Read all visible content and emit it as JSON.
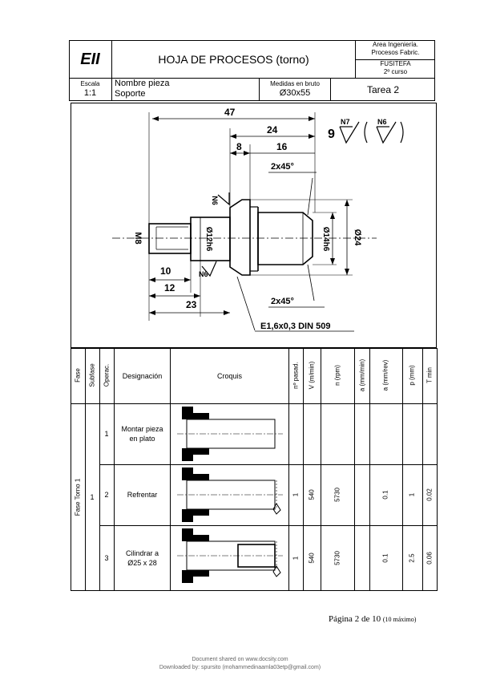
{
  "header": {
    "logo": "EII",
    "title": "HOJA DE PROCESOS (torno)",
    "dept_line1": "Area Ingeniería.",
    "dept_line2": "Procesos Fabric.",
    "school": "FUSITEFA",
    "course": "2º curso"
  },
  "info": {
    "escala_label": "Escala",
    "escala_value": "1:1",
    "nombre_label": "Nombre pieza",
    "nombre_value": "Soporte",
    "medidas_label": "Medidas en bruto",
    "medidas_value": "Ø30x55",
    "tarea": "Tarea 2"
  },
  "drawing": {
    "dim_47": "47",
    "dim_24": "24",
    "dim_8": "8",
    "dim_16": "16",
    "chamfer_top": "2x45°",
    "chamfer_bottom": "2x45°",
    "finish_main": "9",
    "finish_n7": "N7",
    "finish_n6": "N6",
    "thread": "M8",
    "dia_12": "Ø12h6",
    "dia_14": "Ø14h6",
    "dia_24": "Ø24",
    "rough_a": "N6",
    "rough_b": "N6",
    "dim_10": "10",
    "dim_12": "12",
    "dim_23": "23",
    "undercut": "E1,6x0,3 DIN 509"
  },
  "table": {
    "headers": {
      "fase": "Fase",
      "subfase": "Subfase",
      "operac": "Operac.",
      "designacion": "Designación",
      "croquis": "Croquis",
      "npasad": "nº pasad.",
      "v": "V (m/min)",
      "n": "n (rpm)",
      "a1": "a (mm/min)",
      "a2": "a (mm/rev)",
      "p": "p (mm)",
      "t": "T min"
    },
    "fase_value": "Fase Torno 1",
    "subfase_value": "1",
    "rows": [
      {
        "op": "1",
        "des1": "Montar pieza",
        "des2": "en plato",
        "npasad": "",
        "v": "",
        "n": "",
        "a1": "",
        "a2": "",
        "p": "",
        "t": ""
      },
      {
        "op": "2",
        "des1": "Refrentar",
        "des2": "",
        "npasad": "1",
        "v": "540",
        "n": "5730",
        "a1": "",
        "a2": "0.1",
        "p": "1",
        "t": "0.02"
      },
      {
        "op": "3",
        "des1": "Cilindrar a",
        "des2": "Ø25 x 28",
        "npasad": "1",
        "v": "540",
        "n": "5730",
        "a1": "",
        "a2": "0.1",
        "p": "2.5",
        "t": "0.06"
      }
    ]
  },
  "footer": {
    "page": "Página 2 de 10",
    "page_note": "(10 máximo)",
    "shared": "Document shared on www.docsity.com",
    "downloaded": "Downloaded by: spursito (mohammedinaamla03etp@gmail.com)"
  }
}
